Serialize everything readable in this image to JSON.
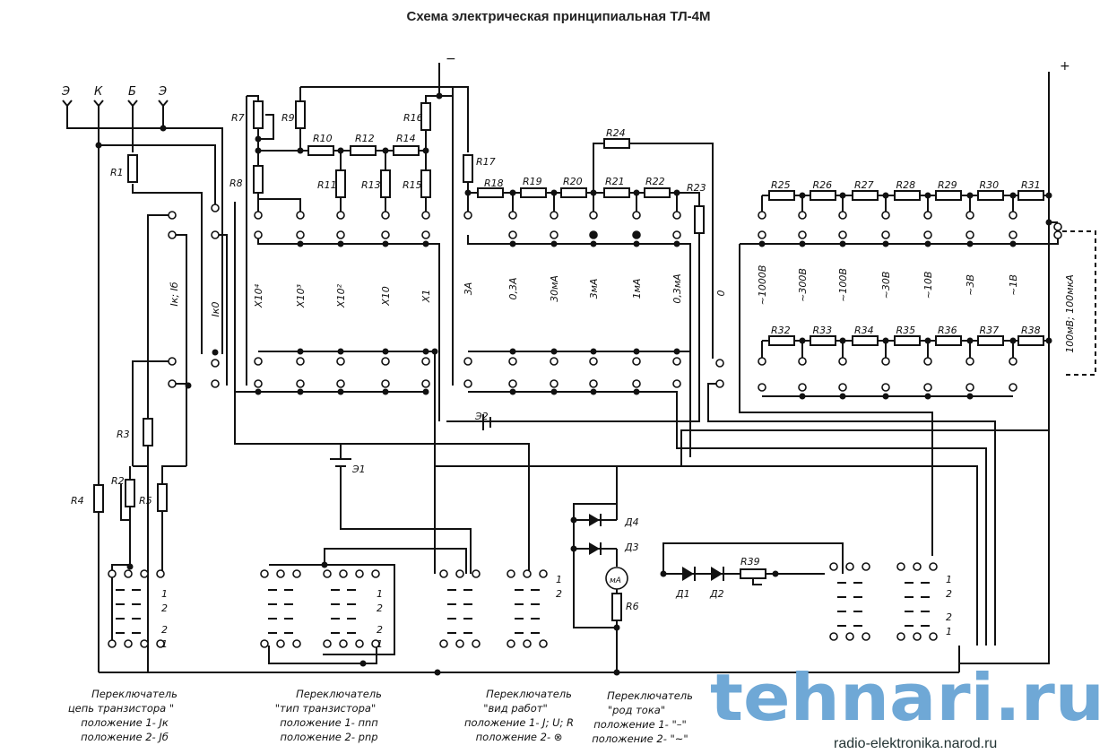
{
  "title": "Схема электрическая принципиальная ТЛ-4М",
  "terminals": [
    "Э",
    "К",
    "Б",
    "Э"
  ],
  "supply": {
    "minus": "−",
    "plus": "+"
  },
  "left_ladder": {
    "resistors": [
      "R7",
      "R9",
      "R16",
      "R8",
      "R10",
      "R12",
      "R14",
      "R11",
      "R13",
      "R15",
      "R1",
      "R2",
      "R3",
      "R4",
      "R5"
    ],
    "ranges": [
      "X10⁴",
      "X10³",
      "X10²",
      "X10",
      "X1"
    ],
    "modes": [
      "Iк; Iб",
      "Iк0"
    ]
  },
  "current_ladder": {
    "resistors": [
      "R17",
      "R18",
      "R19",
      "R20",
      "R21",
      "R22",
      "R23",
      "R24"
    ],
    "ranges": [
      "3А",
      "0,3А",
      "30мА",
      "3мА",
      "1мА",
      "0,3мА",
      "0"
    ]
  },
  "voltage_ladder": {
    "top_resistors": [
      "R25",
      "R26",
      "R27",
      "R28",
      "R29",
      "R30",
      "R31"
    ],
    "bottom_resistors": [
      "R32",
      "R33",
      "R34",
      "R35",
      "R36",
      "R37",
      "R38"
    ],
    "ranges": [
      "~1000В",
      "~300В",
      "~100В",
      "~30В",
      "~10В",
      "~3В",
      "~1В"
    ],
    "extra_range": "100мВ; 100мкА"
  },
  "components": {
    "e1": "Э1",
    "e2": "Э2",
    "d1": "Д1",
    "d2": "Д2",
    "d3": "Д3",
    "d4": "Д4",
    "meter": "мА",
    "r6": "R6",
    "r39": "R39"
  },
  "switch_positions": [
    "1",
    "2"
  ],
  "captions": [
    {
      "l1": "Переключатель",
      "l2": "цепь транзистора \"",
      "l3": "положение 1- Jк",
      "l4": "положение 2- Jб"
    },
    {
      "l1": "Переключатель",
      "l2": "\"тип транзистора\"",
      "l3": "положение 1- пnп",
      "l4": "положение 2- pnp"
    },
    {
      "l1": "Переключатель",
      "l2": "\"вид работ\"",
      "l3": "положение 1- J; U; R",
      "l4": "положение 2- ⊗"
    },
    {
      "l1": "Переключатель",
      "l2": "\"род тока\"",
      "l3": "положение 1- \"–\"",
      "l4": "положение 2- \"~\""
    }
  ],
  "watermark": {
    "logo": "tehnari.ru",
    "url": "radio-elektronika.narod.ru"
  }
}
